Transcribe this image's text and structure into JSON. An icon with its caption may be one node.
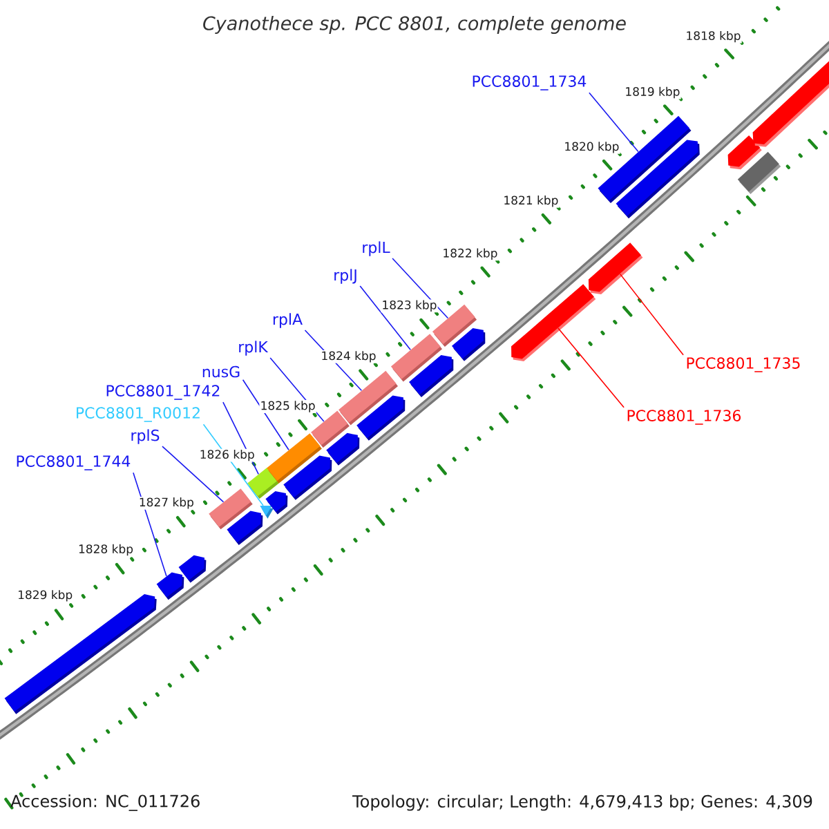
{
  "diagram": {
    "title": "Cyanothece sp. PCC 8801, complete genome",
    "nodes": [
      {
        "text": [
          "PCC8801_1734"
        ]
      },
      {
        "text": [
          "rplL"
        ]
      },
      {
        "text": [
          "rplJ"
        ]
      },
      {
        "text": [
          "rplA"
        ]
      },
      {
        "text": [
          "rplK"
        ]
      },
      {
        "text": [
          "PCC8801_1735"
        ]
      },
      {
        "text": [
          "nusG"
        ]
      },
      {
        "text": [
          "PCC8801_1742"
        ]
      },
      {
        "text": [
          "PCC8801_R0012"
        ]
      },
      {
        "text": [
          "PCC8801_1736"
        ]
      },
      {
        "text": [
          "rplS"
        ]
      },
      {
        "text": [
          "PCC8801_1744"
        ]
      },
      {
        "text": [],
        "shape": "pentagon"
      },
      {
        "text": [],
        "shape": "pentagon"
      },
      {
        "text": [],
        "shape": "pentagon"
      },
      {
        "text": [],
        "shape": "bar"
      },
      {
        "text": [],
        "shape": "pentagon"
      },
      {
        "text": [],
        "shape": "triangle"
      },
      {
        "text": [],
        "shape": "bar"
      },
      {
        "text": [],
        "shape": "pentagon"
      },
      {
        "text": [],
        "shape": "bar"
      },
      {
        "text": [],
        "shape": "pentagon"
      },
      {
        "text": [],
        "shape": "bar"
      },
      {
        "text": [],
        "shape": "pentagon"
      },
      {
        "text": [],
        "shape": "bar"
      },
      {
        "text": [],
        "shape": "pentagon"
      },
      {
        "text": [],
        "shape": "bar"
      },
      {
        "text": [],
        "shape": "pentagon"
      },
      {
        "text": [],
        "shape": "bar"
      },
      {
        "text": [],
        "shape": "pentagon"
      },
      {
        "text": [],
        "shape": "pentagon"
      },
      {
        "text": [],
        "shape": "pentagon"
      },
      {
        "text": [],
        "shape": "bar"
      },
      {
        "text": [],
        "shape": "pentagon"
      },
      {
        "text": [],
        "shape": "pentagon"
      },
      {
        "text": [],
        "shape": "bar"
      },
      {
        "text": [],
        "shape": "pentagon"
      }
    ],
    "edges": [
      {
        "from": 0,
        "to": 32,
        "arrow": "none"
      },
      {
        "from": 1,
        "to": 28,
        "arrow": "none"
      },
      {
        "from": 2,
        "to": 26,
        "arrow": "none"
      },
      {
        "from": 3,
        "to": 24,
        "arrow": "none"
      },
      {
        "from": 4,
        "to": 22,
        "arrow": "none"
      },
      {
        "from": 5,
        "to": 31,
        "arrow": "none",
        "color": "#ff0000"
      },
      {
        "from": 6,
        "to": 20,
        "arrow": "none"
      },
      {
        "from": 7,
        "to": 18,
        "arrow": "none"
      },
      {
        "from": 8,
        "to": 17,
        "arrow": "none",
        "color": "#33ccff"
      },
      {
        "from": 9,
        "to": 30,
        "arrow": "none",
        "color": "#ff0000"
      },
      {
        "from": 10,
        "to": 15,
        "arrow": "none"
      },
      {
        "from": 11,
        "to": 13,
        "arrow": "none"
      }
    ],
    "labels": [
      "1818 kbp",
      "1819 kbp",
      "1820 kbp",
      "1821 kbp",
      "1822 kbp",
      "1823 kbp",
      "1824 kbp",
      "1825 kbp",
      "1826 kbp",
      "1827 kbp",
      "1828 kbp",
      "1829 kbp",
      "Accession: NC_011726",
      "Topology: circular; Length: 4,679,413 bp; Genes: 4,309"
    ]
  }
}
